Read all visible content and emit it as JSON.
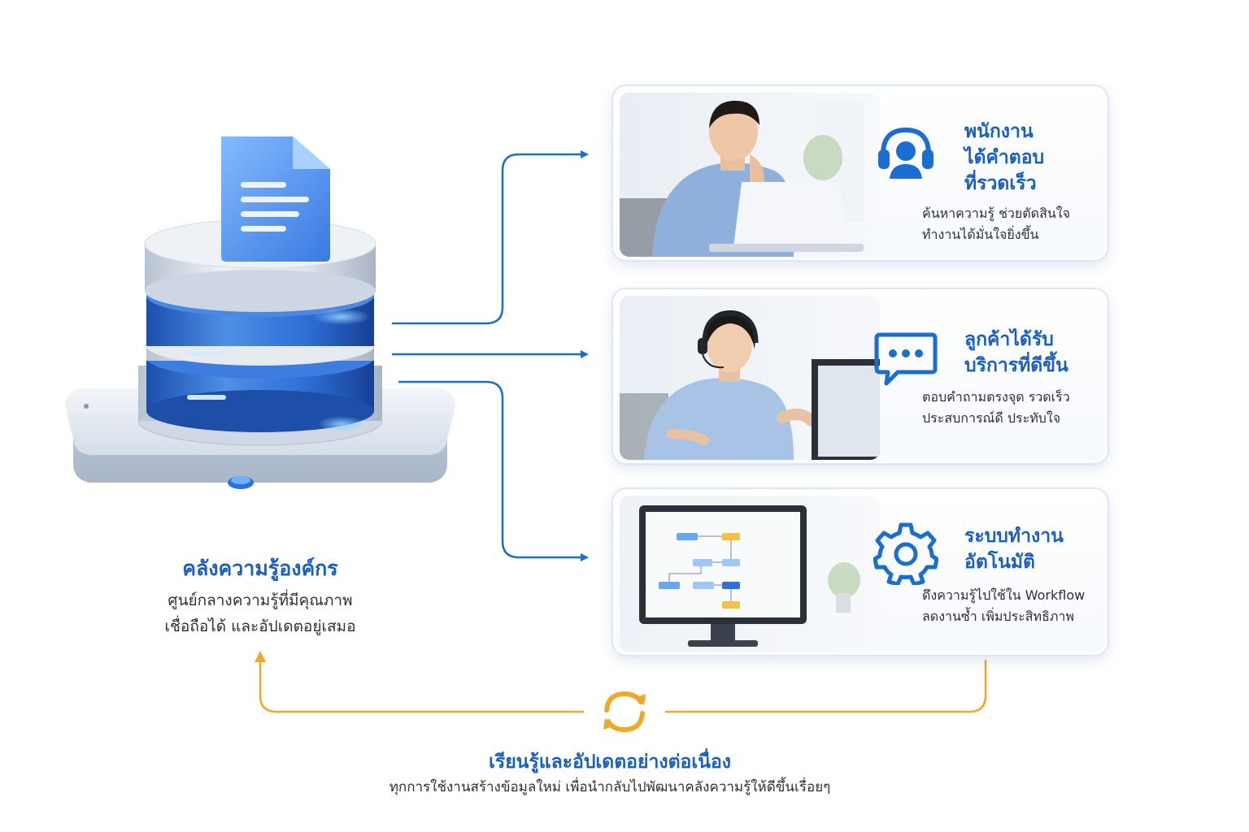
{
  "hub": {
    "title": "คลังความรู้องค์กร",
    "desc_line1": "ศูนย์กลางความรู้ที่มีคุณภาพ",
    "desc_line2": "เชื่อถือได้ และอัปเดตอยู่เสมอ"
  },
  "cards": [
    {
      "title_line1": "พนักงาน",
      "title_line2": "ได้คำตอบ",
      "title_line3": "ที่รวดเร็ว",
      "desc_line1": "ค้นหาความรู้ ช่วยตัดสินใจ",
      "desc_line2": "ทำงานได้มั่นใจยิ่งขึ้น",
      "icon": "headset-user-icon"
    },
    {
      "title_line1": "ลูกค้าได้รับ",
      "title_line2": "บริการที่ดีขึ้น",
      "desc_line1": "ตอบคำถามตรงจุด รวดเร็ว",
      "desc_line2": "ประสบการณ์ดี ประทับใจ",
      "icon": "chat-bubble-icon"
    },
    {
      "title_line1": "ระบบทำงาน",
      "title_line2": "อัตโนมัติ",
      "desc_line1": "ดึงความรู้ไปใช้ใน Workflow",
      "desc_line2": "ลดงานซ้ำ เพิ่มประสิทธิภาพ",
      "icon": "gear-icon"
    }
  ],
  "footer": {
    "title": "เรียนรู้และอัปเดตอย่างต่อเนื่อง",
    "desc": "ทุกการใช้งานสร้างข้อมูลใหม่ เพื่อนำกลับไปพัฒนาคลังความรู้ให้ดีขึ้นเรื่อยๆ",
    "icon": "refresh-cycle-icon"
  },
  "colors": {
    "accent_blue": "#1a5fc0",
    "loop_orange": "#f0a828",
    "text_dark": "#2b2f36"
  }
}
